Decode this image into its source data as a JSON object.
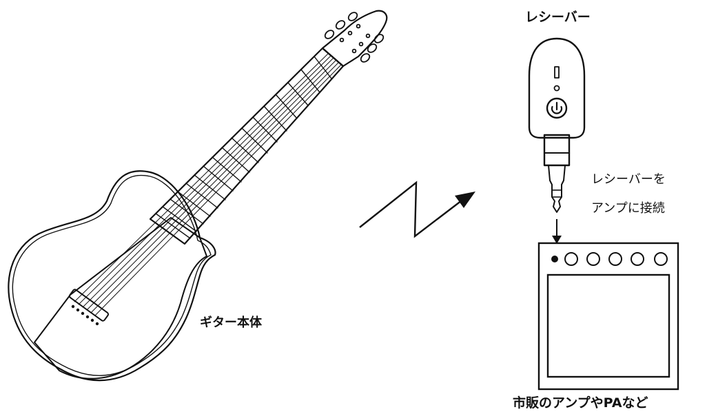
{
  "labels": {
    "guitar": "ギター本体",
    "receiver": "レシーバー",
    "instruction_line1": "レシーバーを",
    "instruction_line2": "アンプに接続",
    "amp": "市販のアンプやPAなど"
  },
  "colors": {
    "stroke": "#111111",
    "background": "#ffffff"
  },
  "icons": [
    "guitar-illustration",
    "wireless-signal-icon",
    "receiver-illustration",
    "power-icon",
    "amp-illustration"
  ]
}
